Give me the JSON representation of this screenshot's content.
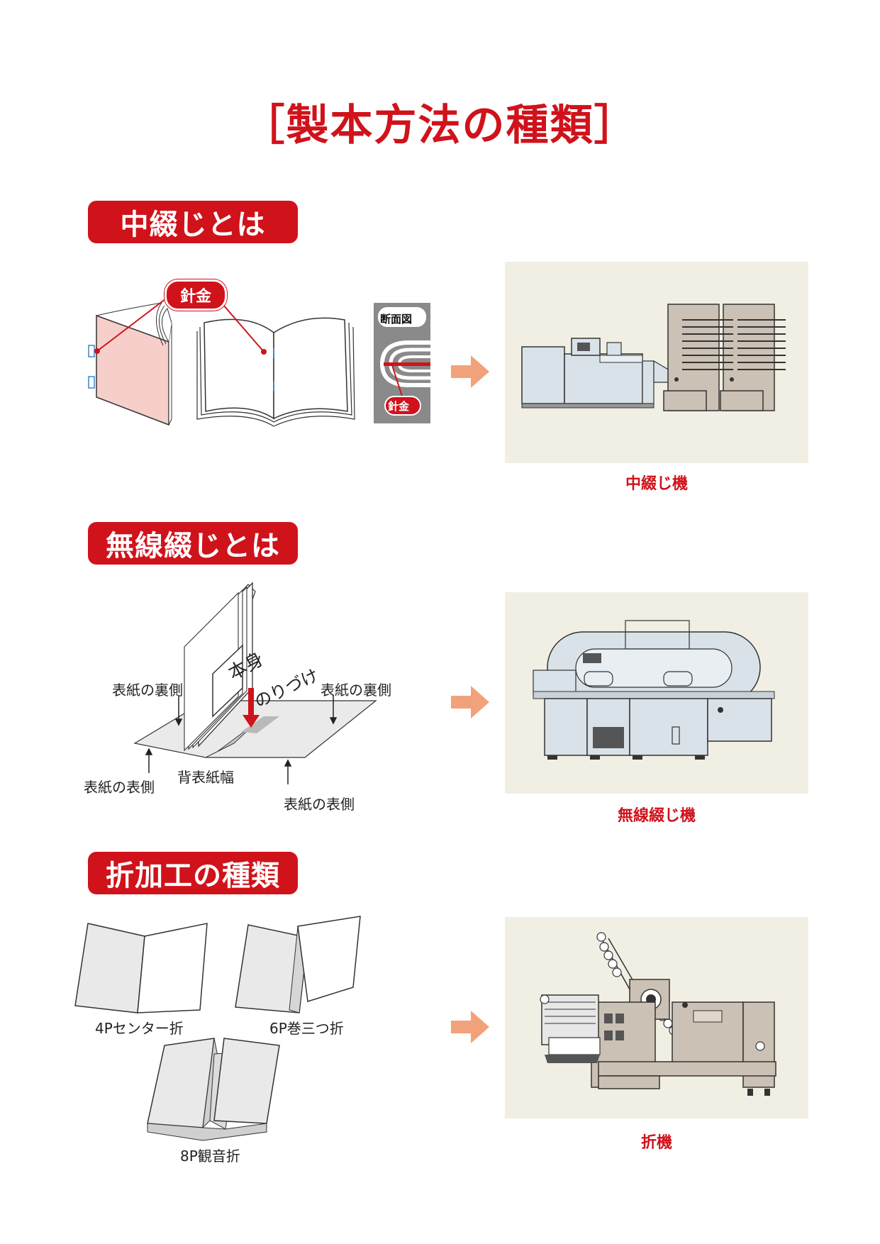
{
  "page_title": "［製本方法の種類］",
  "sections": {
    "saddle": {
      "heading": "中綴じとは",
      "wire_callout": "針金",
      "cross_section_label": "断面図",
      "cross_section_wire": "針金",
      "machine_caption": "中綴じ機"
    },
    "perfect": {
      "heading": "無線綴じとは",
      "body_label": "本身",
      "glue_label": "のりづけ",
      "cover_inside_left": "表紙の裏側",
      "cover_inside_right": "表紙の裏側",
      "cover_outside_left": "表紙の表側",
      "spine_width": "背表紙幅",
      "cover_outside_right": "表紙の表側",
      "machine_caption": "無線綴じ機"
    },
    "folding": {
      "heading": "折加工の種類",
      "fold_4p": "4Pセンター折",
      "fold_6p": "6P巻三つ折",
      "fold_8p": "8P観音折",
      "machine_caption": "折機"
    }
  },
  "colors": {
    "accent_red": "#d0121b",
    "arrow_orange": "#f2a27a",
    "panel_bg": "#f1eee3",
    "cover_pink": "#f6cfcb",
    "machine_blue": "#d9e2e8",
    "machine_tan": "#cbc1b4"
  }
}
